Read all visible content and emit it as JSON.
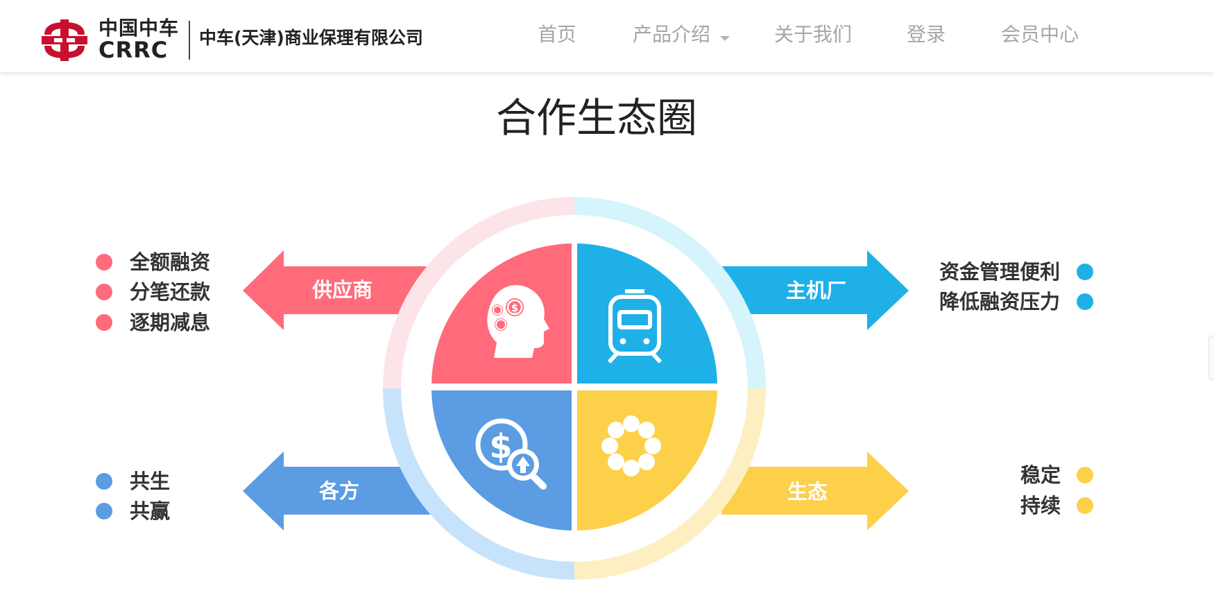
{
  "header": {
    "brand_cn": "中国中车",
    "brand_en": "CRRC",
    "company_name": "中车(天津)商业保理有限公司",
    "nav": [
      {
        "label": "首页"
      },
      {
        "label": "产品介绍"
      },
      {
        "label": "关于我们"
      },
      {
        "label": "登录"
      },
      {
        "label": "会员中心"
      }
    ]
  },
  "section": {
    "title": "合作生态圈"
  },
  "ecosystem": {
    "supplier": {
      "label": "供应商",
      "color": "#ff6b7a",
      "features": [
        "全额融资",
        "分笔还款",
        "逐期减息"
      ]
    },
    "oem": {
      "label": "主机厂",
      "color": "#1fb0e8",
      "features": [
        "资金管理便利",
        "降低融资压力"
      ]
    },
    "parties": {
      "label": "各方",
      "color": "#5b9ce3",
      "features": [
        "共生",
        "共赢"
      ]
    },
    "ecology": {
      "label": "生态",
      "color": "#fdd04a",
      "features": [
        "稳定",
        "持续"
      ]
    },
    "icons": [
      "head-money-icon",
      "train-icon",
      "money-search-icon",
      "circle-beads-icon"
    ],
    "ring_colors": {
      "top_left": "#fde4e8",
      "top_right": "#d5f4fc",
      "bottom_left": "#c7e3fb",
      "bottom_right": "#fdefc2"
    },
    "accent_red": "#c8102e"
  }
}
